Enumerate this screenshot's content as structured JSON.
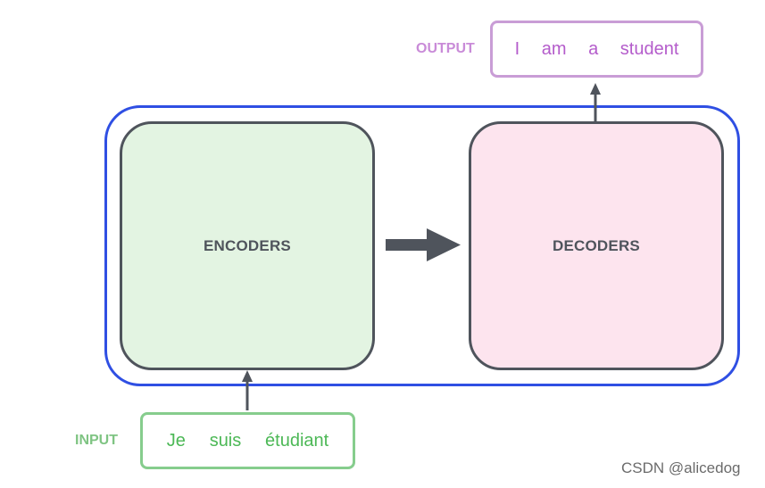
{
  "diagram": {
    "encoders_label": "ENCODERS",
    "decoders_label": "DECODERS",
    "input_label": "INPUT",
    "output_label": "OUTPUT",
    "input_words": [
      "Je",
      "suis",
      "étudiant"
    ],
    "output_words": [
      "I",
      "am",
      "a",
      "student"
    ]
  },
  "colors": {
    "container_border": "#2f4fe3",
    "encoder_fill": "#e3f4e2",
    "decoder_fill": "#fde4ee",
    "block_border": "#4f545c",
    "input_accent": "#4cb856",
    "output_accent": "#b45ccb"
  },
  "watermark": "CSDN @alicedog"
}
